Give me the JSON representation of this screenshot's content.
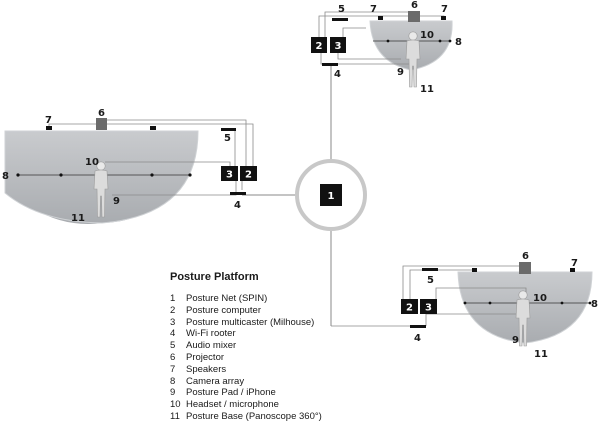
{
  "legend": {
    "title": "Posture Platform",
    "items": [
      {
        "num": "1",
        "label": "Posture Net (SPIN)"
      },
      {
        "num": "2",
        "label": "Posture computer"
      },
      {
        "num": "3",
        "label": "Posture multicaster (Milhouse)"
      },
      {
        "num": "4",
        "label": "Wi-Fi rooter"
      },
      {
        "num": "5",
        "label": "Audio mixer"
      },
      {
        "num": "6",
        "label": "Projector"
      },
      {
        "num": "7",
        "label": "Speakers"
      },
      {
        "num": "8",
        "label": "Camera array"
      },
      {
        "num": "9",
        "label": "Posture Pad / iPhone"
      },
      {
        "num": "10",
        "label": "Headset / microphone"
      },
      {
        "num": "11",
        "label": "Posture Base (Panoscope 360°)"
      }
    ]
  },
  "hub": {
    "label": "1"
  },
  "stations": {
    "left": {
      "n2": "2",
      "n3": "3",
      "n4": "4",
      "n5": "5",
      "n6": "6",
      "n7": "7",
      "n8": "8",
      "n9": "9",
      "n10": "10",
      "n11": "11"
    },
    "top": {
      "n2": "2",
      "n3": "3",
      "n4": "4",
      "n5": "5",
      "n6": "6",
      "n7a": "7",
      "n7b": "7",
      "n8": "8",
      "n9": "9",
      "n10": "10",
      "n11": "11"
    },
    "bottom": {
      "n2": "2",
      "n3": "3",
      "n4": "4",
      "n5": "5",
      "n6": "6",
      "n7": "7",
      "n8": "8",
      "n9": "9",
      "n10": "10",
      "n11": "11"
    }
  },
  "colors": {
    "dome": "#b9bcc0",
    "dome_edge": "#d6d8db",
    "line": "#8a8a8a",
    "box": "#111111",
    "hub_ring": "#c8c8c8"
  }
}
